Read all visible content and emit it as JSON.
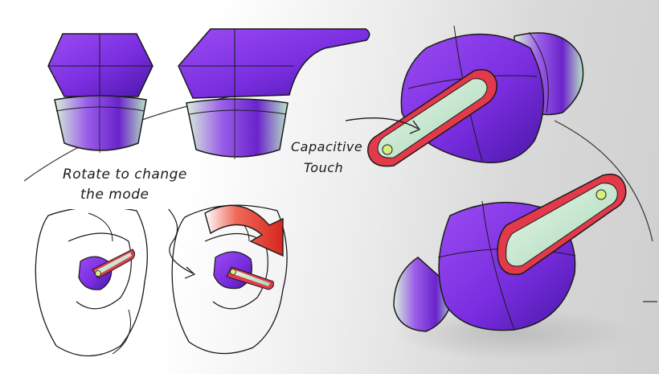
{
  "annotations": {
    "rotate_line1": "Rotate to change",
    "rotate_line2": "the mode",
    "capacitive_line1": "Capacitive",
    "capacitive_line2": "Touch"
  },
  "colors": {
    "body_purple": "#7b2fe0",
    "body_purple_dark": "#4a16a8",
    "tip_green": "#c8ecd0",
    "touch_ring_red": "#e23a4a",
    "arrow_red": "#e8352c",
    "background_grey": "#d9d9d9"
  }
}
